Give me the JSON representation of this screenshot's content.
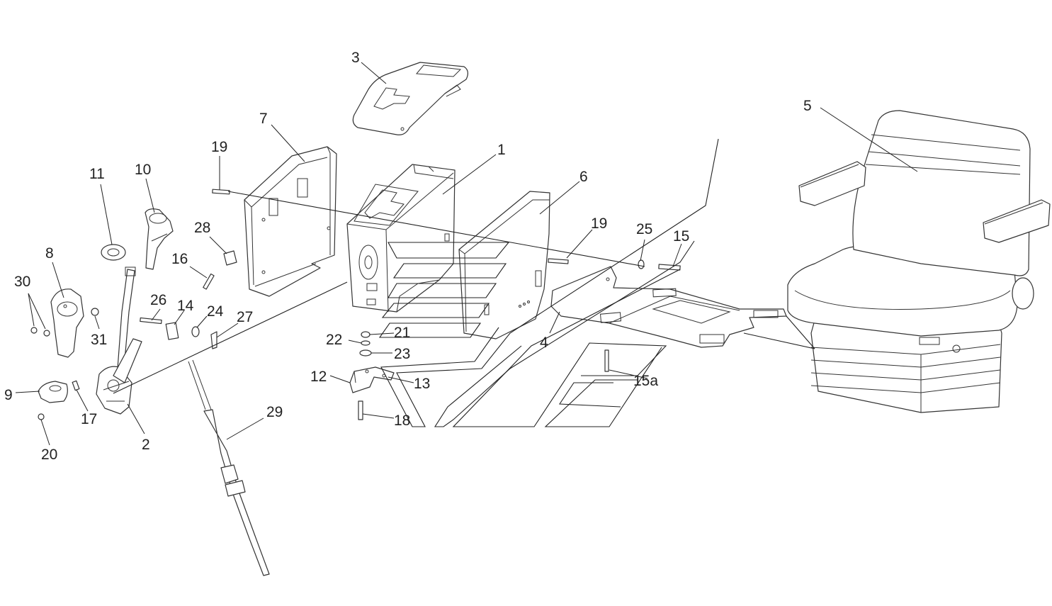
{
  "figure": {
    "callouts": [
      {
        "id": "c1",
        "label": "1"
      },
      {
        "id": "c2",
        "label": "2"
      },
      {
        "id": "c3",
        "label": "3"
      },
      {
        "id": "c4",
        "label": "4"
      },
      {
        "id": "c5",
        "label": "5"
      },
      {
        "id": "c6",
        "label": "6"
      },
      {
        "id": "c7",
        "label": "7"
      },
      {
        "id": "c8",
        "label": "8"
      },
      {
        "id": "c9",
        "label": "9"
      },
      {
        "id": "c10",
        "label": "10"
      },
      {
        "id": "c11",
        "label": "11"
      },
      {
        "id": "c12",
        "label": "12"
      },
      {
        "id": "c13",
        "label": "13"
      },
      {
        "id": "c14",
        "label": "14"
      },
      {
        "id": "c15",
        "label": "15"
      },
      {
        "id": "c15a",
        "label": "15a"
      },
      {
        "id": "c16",
        "label": "16"
      },
      {
        "id": "c17",
        "label": "17"
      },
      {
        "id": "c18",
        "label": "18"
      },
      {
        "id": "c19a",
        "label": "19"
      },
      {
        "id": "c19b",
        "label": "19"
      },
      {
        "id": "c20",
        "label": "20"
      },
      {
        "id": "c21",
        "label": "21"
      },
      {
        "id": "c22",
        "label": "22"
      },
      {
        "id": "c23",
        "label": "23"
      },
      {
        "id": "c24",
        "label": "24"
      },
      {
        "id": "c25",
        "label": "25"
      },
      {
        "id": "c26",
        "label": "26"
      },
      {
        "id": "c27",
        "label": "27"
      },
      {
        "id": "c28",
        "label": "28"
      },
      {
        "id": "c29",
        "label": "29"
      },
      {
        "id": "c30",
        "label": "30"
      },
      {
        "id": "c31",
        "label": "31"
      }
    ]
  },
  "colors": {
    "line": "#333333",
    "background": "#ffffff",
    "text": "#222222"
  }
}
